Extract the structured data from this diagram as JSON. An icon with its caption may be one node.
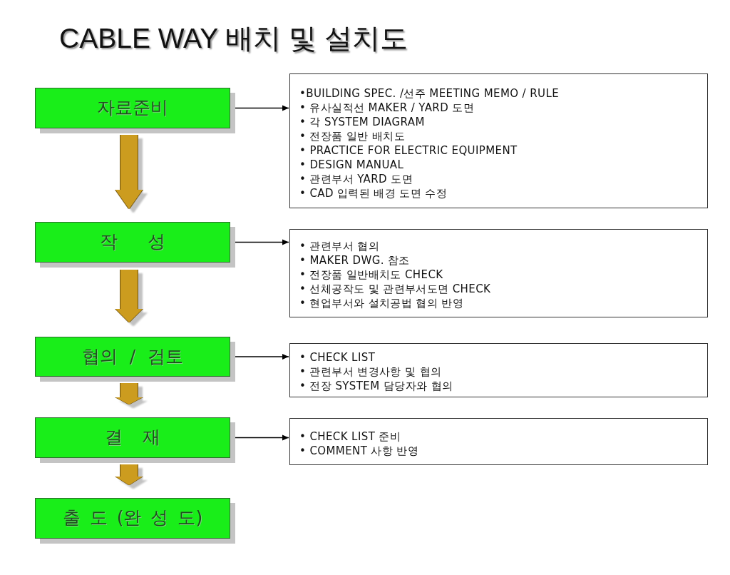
{
  "diagram": {
    "title": "CABLE WAY 배치 및 설치도",
    "nodes": [
      {
        "text": [
          "자료준비"
        ]
      },
      {
        "text": [
          "•BUILDING SPEC. /선주 MEETING MEMO / RULE",
          "• 유사실적선 MAKER / YARD 도면",
          "• 각 SYSTEM DIAGRAM",
          "• 전장품 일반 배치도",
          "• PRACTICE FOR ELECTRIC EQUIPMENT",
          "• DESIGN MANUAL",
          "• 관련부서 YARD 도면",
          "• CAD 입력된 배경 도면 수정"
        ]
      },
      {
        "text": [
          "작 성"
        ]
      },
      {
        "text": [
          "• 관련부서 협의",
          "• MAKER DWG. 참조",
          "• 전장품 일반배치도 CHECK",
          "• 선체공작도 및 관련부서도면 CHECK",
          "•  현업부서와 설치공법 협의 반영"
        ]
      },
      {
        "text": [
          "협의 / 검토"
        ]
      },
      {
        "text": [
          "• CHECK LIST",
          "• 관련부서 변경사항 및 협의",
          "• 전장 SYSTEM 담당자와 협의"
        ]
      },
      {
        "text": [
          "결 재"
        ]
      },
      {
        "text": [
          "• CHECK LIST 준비",
          "• COMMENT 사항 반영"
        ]
      },
      {
        "text": [
          "출 도 (완 성 도)"
        ]
      }
    ],
    "edges": [
      {
        "from": 0,
        "to": 1,
        "arrow": "to"
      },
      {
        "from": 2,
        "to": 3,
        "arrow": "to"
      },
      {
        "from": 4,
        "to": 5,
        "arrow": "to"
      },
      {
        "from": 6,
        "to": 7,
        "arrow": "to"
      },
      {
        "from": 0,
        "to": 2,
        "arrow": "to",
        "style": "thick",
        "color": "#cc9c1f"
      },
      {
        "from": 2,
        "to": 4,
        "arrow": "to",
        "style": "thick",
        "color": "#cc9c1f"
      },
      {
        "from": 4,
        "to": 6,
        "arrow": "to",
        "style": "thick",
        "color": "#cc9c1f"
      },
      {
        "from": 6,
        "to": 8,
        "arrow": "to",
        "style": "thick",
        "color": "#cc9c1f"
      }
    ]
  }
}
